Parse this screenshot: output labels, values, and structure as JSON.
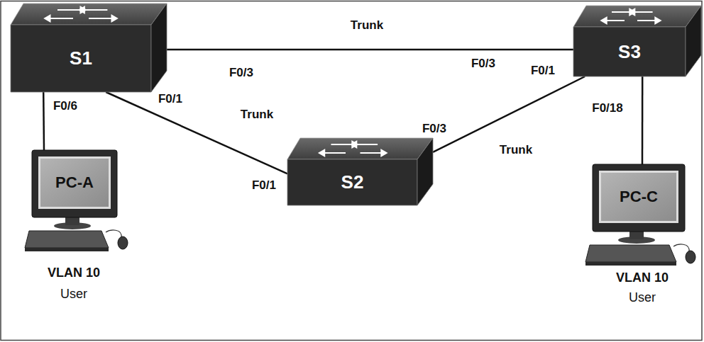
{
  "diagram": {
    "nodes": [
      {
        "text": [
          "S1"
        ]
      },
      {
        "text": [
          "S3"
        ]
      },
      {
        "text": [
          "S2"
        ]
      },
      {
        "text": [
          "PC-A"
        ]
      },
      {
        "text": [
          "PC-C"
        ]
      }
    ],
    "edges": [
      {
        "from": 0,
        "to": 1,
        "arrow": "none",
        "label": "Trunk"
      },
      {
        "from": 0,
        "to": 2,
        "arrow": "none",
        "label": "Trunk"
      },
      {
        "from": 2,
        "to": 1,
        "arrow": "none",
        "label": "Trunk"
      },
      {
        "from": 0,
        "to": 3,
        "arrow": "none"
      },
      {
        "from": 1,
        "to": 4,
        "arrow": "none"
      }
    ],
    "labels": [
      "F0/3",
      "F0/3",
      "F0/1",
      "F0/1",
      "F0/6",
      "F0/18",
      "F0/1",
      "F0/3",
      "VLAN 10",
      "User",
      "VLAN 10",
      "User"
    ]
  }
}
